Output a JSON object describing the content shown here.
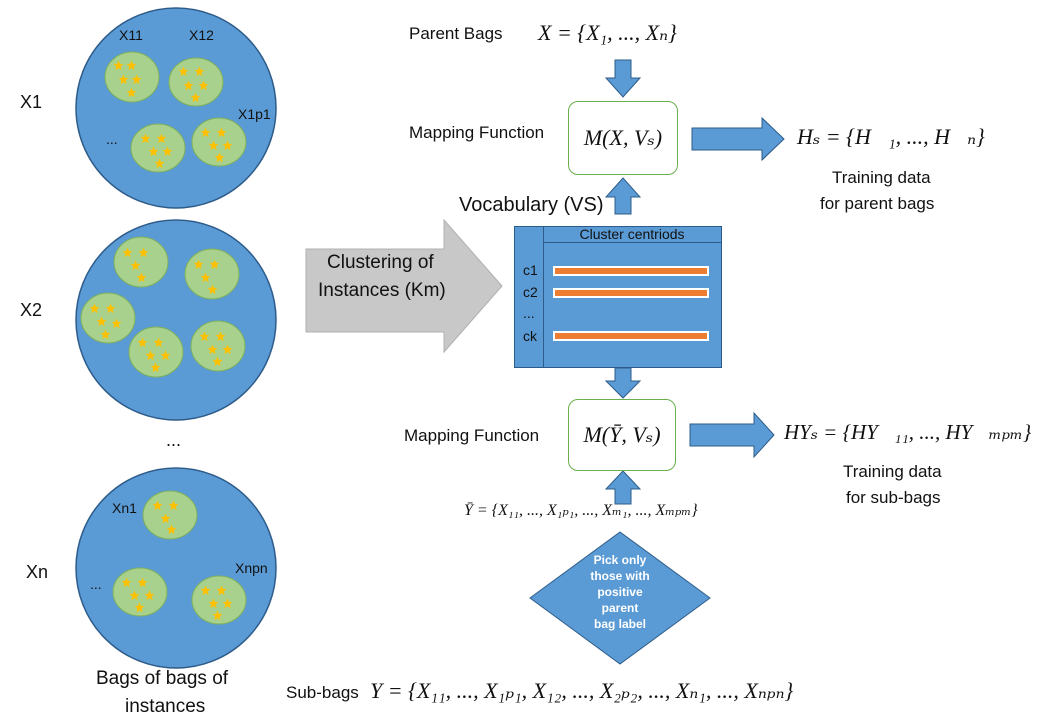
{
  "colors": {
    "bag_fill": "#5b9bd5",
    "bag_stroke": "#2e5c8a",
    "subbag_fill": "#a9d18e",
    "star": "#ffc000",
    "arrow": "#5b9bd5",
    "bar": "#ed7d31",
    "function_border": "#6ab04c"
  },
  "bags": {
    "x1": {
      "label": "X1",
      "sub_labels": [
        "X11",
        "X12",
        "X1p1"
      ],
      "ellipsis": "..."
    },
    "x2": {
      "label": "X2"
    },
    "xn": {
      "label": "Xn",
      "sub_labels": [
        "Xn1",
        "Xnpn"
      ],
      "ellipsis": "..."
    },
    "middle_ellipsis": "...",
    "caption_line1": "Bags of bags of",
    "caption_line2": "instances"
  },
  "clustering_arrow": {
    "line1": "Clustering of",
    "line2": "Instances (Km)"
  },
  "parent": {
    "label": "Parent Bags",
    "formula": "X = {X₁, ..., Xₙ}"
  },
  "mapping_top": {
    "label": "Mapping Function",
    "formula": "M(X, Vₛ)",
    "output": "Hₛ = {H⃗₁, ..., H⃗ₙ}",
    "caption_line1": "Training data",
    "caption_line2": "for parent bags"
  },
  "vocabulary": {
    "label": "Vocabulary (VS)",
    "header": "Cluster centriods",
    "rows": [
      "c1",
      "c2",
      "...",
      "ck"
    ]
  },
  "mapping_bottom": {
    "label": "Mapping Function",
    "formula": "M(Ȳ, Vₛ)",
    "output": "HYₛ = {HY⃗₁₁, ..., HY⃗ₘₚₘ}",
    "caption_line1": "Training data",
    "caption_line2": "for sub-bags"
  },
  "ybar_formula": "Ȳ = {X₁₁, ..., X₁ₚ₁, ..., Xₘ₁, ..., Xₘₚₘ}",
  "diamond": {
    "lines": [
      "Pick only",
      "those with",
      "positive",
      "parent",
      "bag label"
    ]
  },
  "subbags": {
    "label": "Sub-bags",
    "formula": "Y = {X₁₁, ..., X₁ₚ₁, X₁₂, ..., X₂ₚ₂, ..., Xₙ₁, ..., Xₙₚₙ}"
  }
}
